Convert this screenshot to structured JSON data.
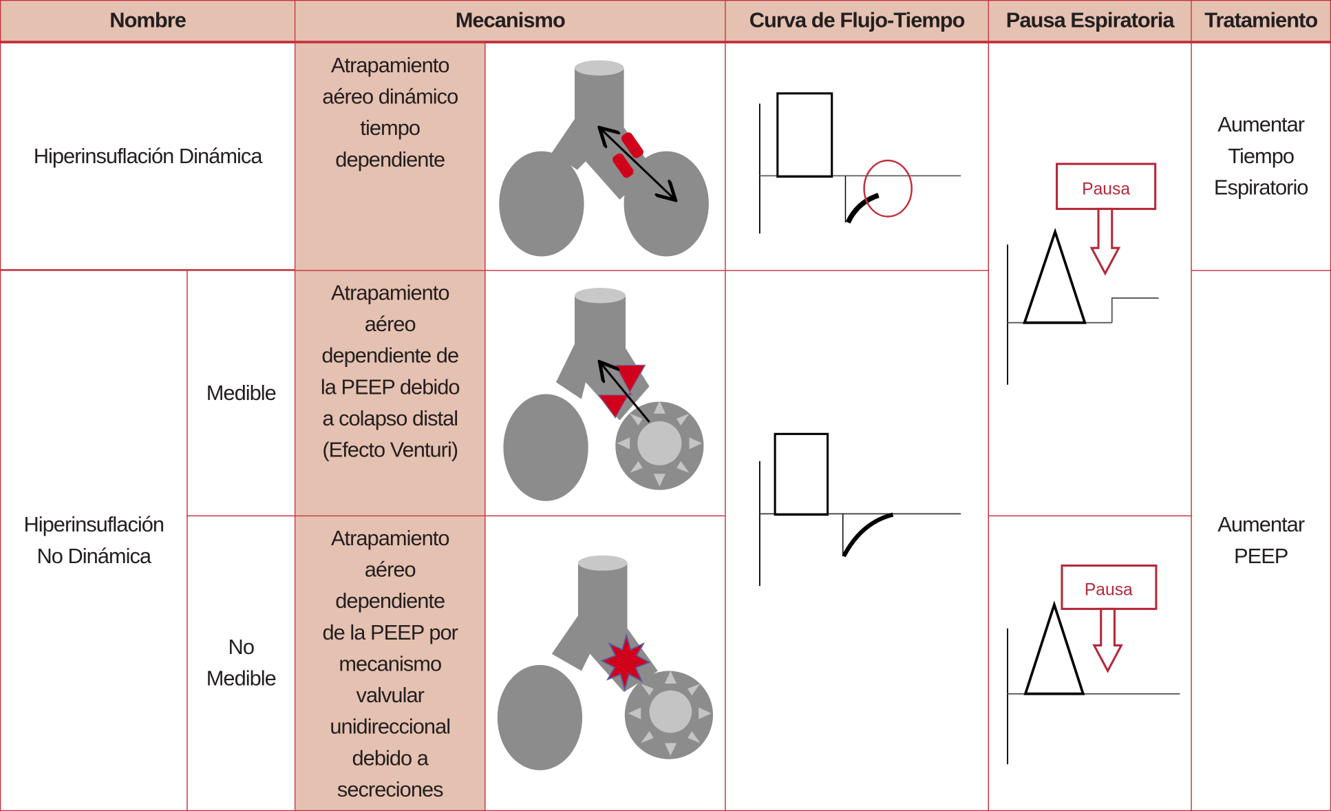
{
  "header": {
    "nombre": "Nombre",
    "mecanismo": "Mecanismo",
    "curva": "Curva de Flujo-Tiempo",
    "pausa": "Pausa Espiratoria",
    "tratamiento": "Tratamiento"
  },
  "rows": [
    {
      "nombre": "Hiperinsuflación Dinámica",
      "mecanismo": "Atrapamiento\naéreo dinámico\ntiempo\ndependiente",
      "tratamiento": "Aumentar\nTiempo\nEspiratorio"
    },
    {
      "nombre": "Hiperinsuflación\nNo Dinámica",
      "sub": [
        {
          "label": "Medible",
          "mecanismo": "Atrapamiento\naéreo\ndependiente de\nla PEEP debido\na colapso distal\n(Efecto Venturi)"
        },
        {
          "label": "No\nMedible",
          "mecanismo": "Atrapamiento\naéreo\ndependiente\nde la PEEP por\nmecanismo\nvalvular\nunidireccional\ndebido a\nsecreciones"
        }
      ],
      "tratamiento": "Aumentar\nPEEP"
    }
  ],
  "diagram": {
    "pausa_label_1": "Pausa",
    "pausa_label_2": "Pausa"
  },
  "colors": {
    "header_bg": "#e5c1b1",
    "border": "#c22d3a",
    "lung": "#8c8c8c",
    "marker": "#d0021b"
  }
}
